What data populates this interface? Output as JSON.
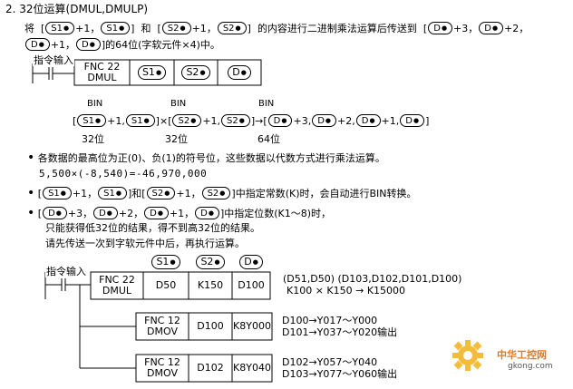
{
  "heading": "2. 32位运算(DMUL,DMULP)",
  "intro": {
    "line1_a": "将",
    "line1_b": "和",
    "line1_c": "的内容进行二进制乘法运算后传送到",
    "line2_tail": "的64位(字软元件×4)中。",
    "ops": {
      "s1": "S1",
      "s2": "S2",
      "d": "D"
    },
    "plus1": "+1",
    "plus2": "+2",
    "plus3": "+3"
  },
  "ladder1": {
    "input_label": "指令输入",
    "fnc": "FNC 22",
    "mnemonic": "DMUL",
    "op1": "S1",
    "op2": "S2",
    "op3": "D"
  },
  "formula": {
    "bin1": "BIN",
    "bin2": "BIN",
    "bin3": "BIN",
    "times": "×",
    "arrow": "→",
    "bits1": "32位",
    "bits2": "32位",
    "bits3": "64位"
  },
  "notes": {
    "bullet1": "各数据的最高位为正(0)、负(1)的符号位，这些数据以代数方式进行乘法运算。",
    "example": "5,500×(-8,540)=-46,970,000",
    "bullet2_tail": "中指定常数(K)时，会自动进行BIN转换。",
    "bullet2_and": "和",
    "bullet3_tail": "中指定位数(K1～8)时，",
    "bullet3_line2": "只能获得低32位的结果，得不到高32位的结果。",
    "bullet3_line3": "请先传送一次到字软元件中后，再执行运算。"
  },
  "ladder2": {
    "input_label": "指令输入",
    "col_s1": "S1",
    "col_s2": "S2",
    "col_d": "D",
    "row1": {
      "fnc": "FNC 22",
      "mnemonic": "DMUL",
      "a": "D50",
      "b": "K150",
      "c": "D100",
      "note1": "(D51,D50)    (D103,D102,D101,D100)",
      "note2": "K100 × K150 → K15000"
    },
    "row2": {
      "fnc": "FNC 12",
      "mnemonic": "DMOV",
      "a": "D100",
      "b": "K8Y000",
      "note1": "D100→Y017～Y000",
      "note2": "D101→Y037～Y020输出"
    },
    "row3": {
      "fnc": "FNC 12",
      "mnemonic": "DMOV",
      "a": "D102",
      "b": "K8Y040",
      "note1": "D102→Y057～Y040",
      "note2": "D103→Y077～Y060输出"
    }
  },
  "watermark": {
    "name": "中华工控网",
    "url": "gkong.com"
  },
  "colors": {
    "watermark_orange": "#e6781e",
    "gear_yellow": "#f2b21a"
  }
}
